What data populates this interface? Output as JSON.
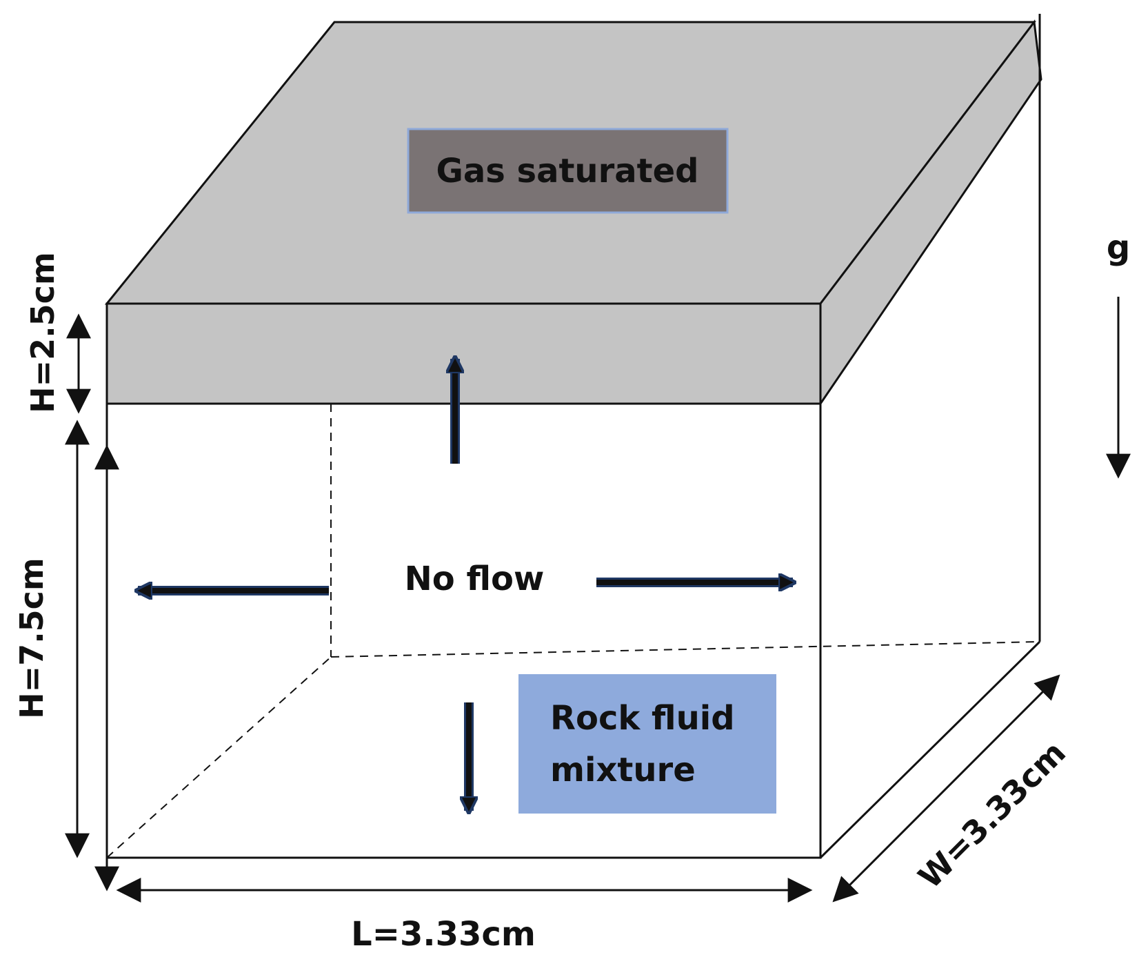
{
  "labels": {
    "top_layer": "Gas saturated",
    "boundary": "No flow",
    "lower_layer_line1": "Rock fluid",
    "lower_layer_line2": "mixture",
    "gravity": "g",
    "height_top": "H=2.5cm",
    "height_bottom": "H=7.5cm",
    "length": "L=3.33cm",
    "width": "W=3.33cm"
  },
  "colors": {
    "gas_layer": "#c4c4c4",
    "gas_label_box": "#7a7374",
    "gas_label_border": "#8fa9d9",
    "mixture_box": "#8eaadc",
    "flow_arrow": "#1f3864",
    "outline": "#111111"
  }
}
